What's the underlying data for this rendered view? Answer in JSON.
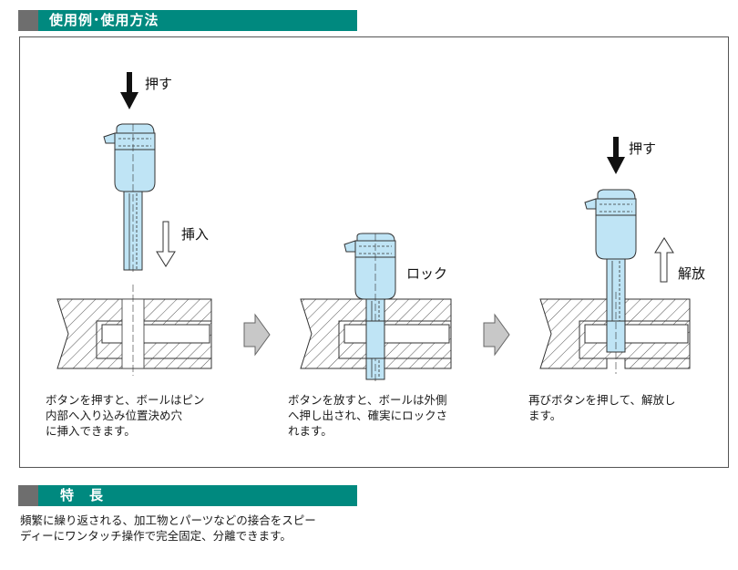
{
  "sections": {
    "usage_title": "使用例･使用方法",
    "features_title": "特　長"
  },
  "steps": [
    {
      "push_label": "押す",
      "motion_label": "挿入",
      "caption": [
        "ボタンを押すと、ボールはピン",
        "内部へ入り込み位置決め穴",
        "に挿入できます。"
      ]
    },
    {
      "state_label": "ロック",
      "caption": [
        "ボタンを放すと、ボールは外側",
        "へ押し出され、確実にロックさ",
        "れます。"
      ]
    },
    {
      "push_label": "押す",
      "motion_label": "解放",
      "caption": [
        "再びボタンを押して、解放し",
        "ます。"
      ]
    }
  ],
  "features": {
    "lines": [
      "頻繁に繰り返される、加工物とパーツなどの接合をスピー",
      "ディーにワンタッチ操作で完全固定、分離できます。"
    ]
  },
  "colors": {
    "header_bg": "#00897f",
    "header_block": "#6e6e6e",
    "pin_fill": "#bfe4f5",
    "hatch": "#555555",
    "step_arrow": "#c8c8c8"
  }
}
